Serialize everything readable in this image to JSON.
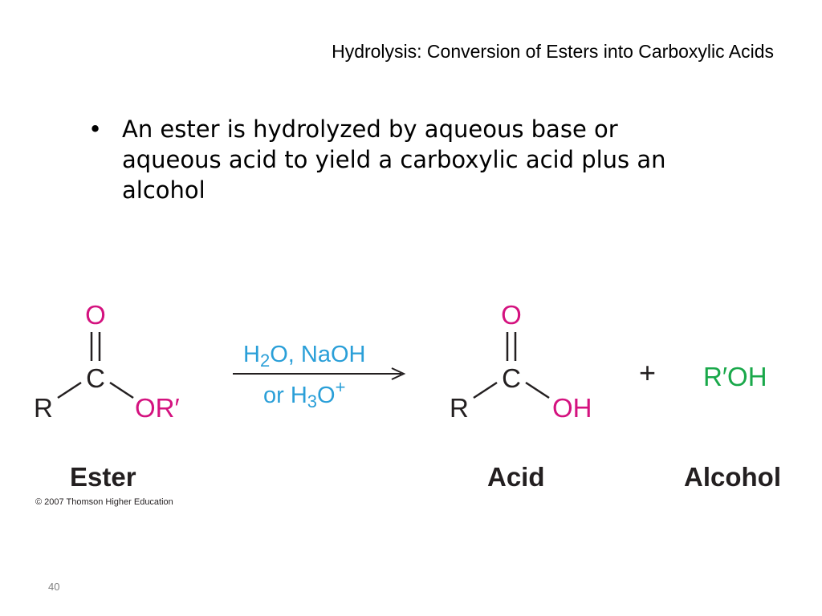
{
  "slide": {
    "title": "Hydrolysis: Conversion of Esters into Carboxylic Acids",
    "bullet_glyph": "•",
    "bullet": "An ester is hydrolyzed by aqueous base or aqueous acid to yield a carboxylic acid plus an alcohol",
    "slide_number": "40"
  },
  "reaction": {
    "ester": {
      "atom_o": "O",
      "atom_c": "C",
      "atom_r": "R",
      "group_or": "OR′",
      "label": "Ester"
    },
    "conditions": {
      "line1": [
        "H",
        "2",
        "O, NaOH"
      ],
      "line2": [
        "or H",
        "3",
        "O",
        "+"
      ]
    },
    "acid": {
      "atom_o": "O",
      "atom_c": "C",
      "atom_r": "R",
      "group_oh": "OH",
      "label": "Acid"
    },
    "plus": "+",
    "alcohol": {
      "formula": "R′OH",
      "label": "Alcohol"
    },
    "copyright": "© 2007 Thomson Higher Education"
  },
  "colors": {
    "oxygen": "#d4127f",
    "reagent": "#2a9fd8",
    "alcohol": "#19a84a",
    "text": "#231f20",
    "slide_number": "#7f7f7f"
  }
}
